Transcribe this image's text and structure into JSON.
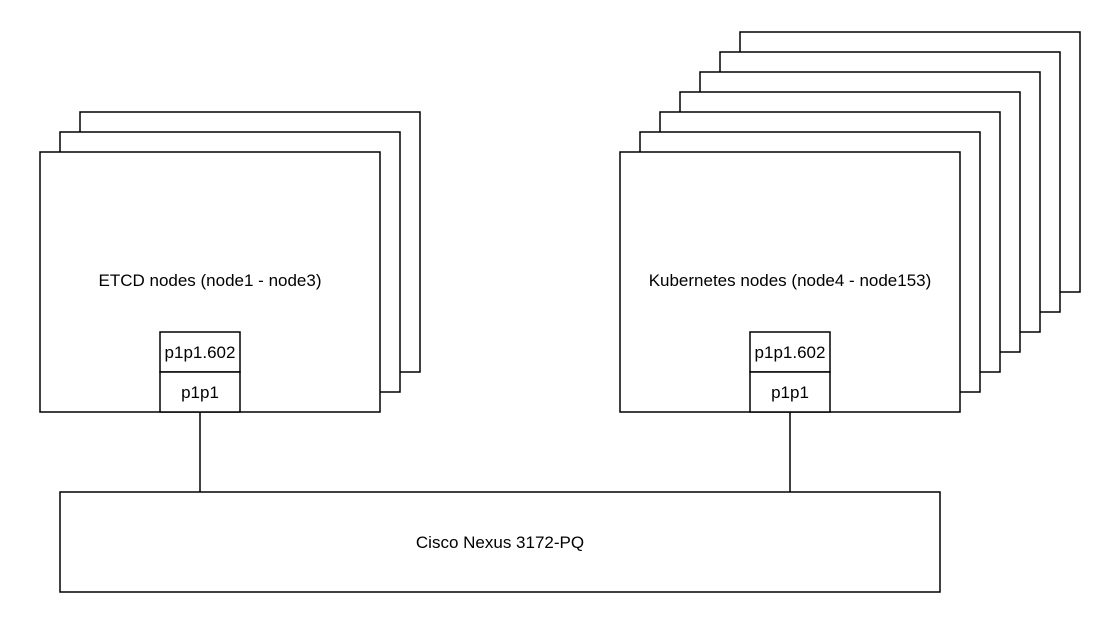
{
  "colors": {
    "stroke": "#000000",
    "fill": "#ffffff"
  },
  "etcd_group": {
    "label": "ETCD nodes (node1 - node3)",
    "vlan_interface": "p1p1.602",
    "physical_interface": "p1p1"
  },
  "kubernetes_group": {
    "label": "Kubernetes nodes (node4 - node153)",
    "vlan_interface": "p1p1.602",
    "physical_interface": "p1p1"
  },
  "switch": {
    "label": "Cisco Nexus 3172-PQ"
  }
}
